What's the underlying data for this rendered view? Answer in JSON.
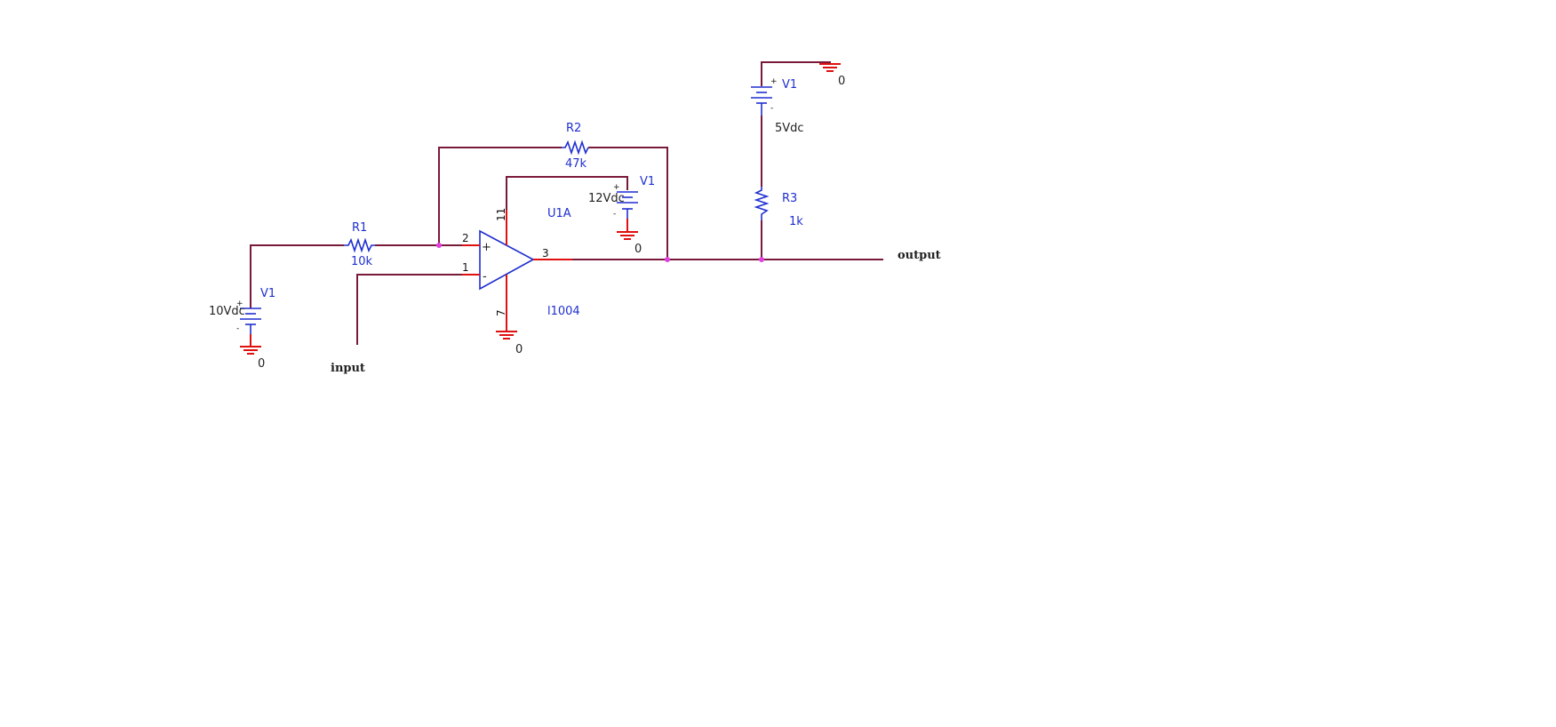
{
  "schematic": {
    "r1": {
      "ref": "R1",
      "value": "10k"
    },
    "r2": {
      "ref": "R2",
      "value": "47k"
    },
    "r3": {
      "ref": "R3",
      "value": "1k"
    },
    "v_input_bias": {
      "ref": "V1",
      "value": "10Vdc",
      "ground": "0"
    },
    "v_opamp_supply": {
      "ref": "V1",
      "value": "12Vdc",
      "ground": "0"
    },
    "v_pullup": {
      "ref": "V1",
      "value": "5Vdc",
      "ground": "0"
    },
    "opamp": {
      "ref": "U1A",
      "part": "l1004",
      "pins": {
        "noninv": "2",
        "inv": "1",
        "out": "3",
        "vplus": "11",
        "vminus": "7"
      },
      "plus_sign": "+",
      "minus_sign": "-",
      "ground": "0"
    },
    "nets": {
      "input": "input",
      "output": "output"
    }
  }
}
